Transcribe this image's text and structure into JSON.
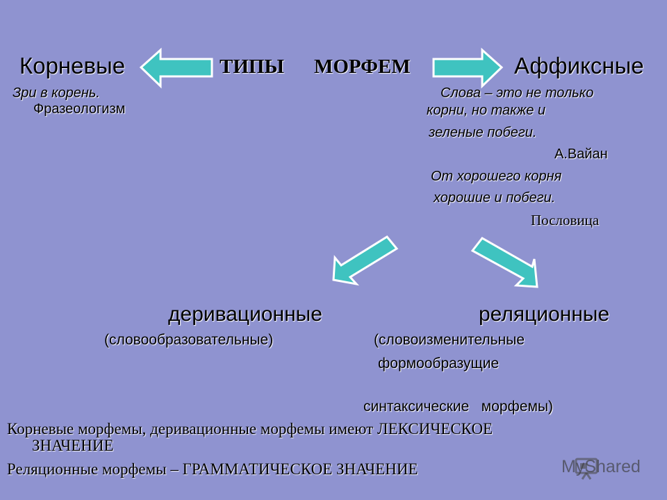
{
  "title": {
    "left": "Корневые",
    "center1": "ТИПЫ",
    "center2": "МОРФЕМ",
    "right": "Аффиксные"
  },
  "left_quote": {
    "line1": "Зри в корень.",
    "source": "Фразеологизм"
  },
  "right_quote": {
    "line1": "Слова – это не только",
    "line2": "корни, но также и",
    "line3": "зеленые побеги.",
    "author": "А.Вайан",
    "line4": "От хорошего корня",
    "line5": "хорошие и побеги.",
    "source": "Пословица"
  },
  "derivational": {
    "title": "деривационные",
    "subtitle": "(словообразовательные)"
  },
  "relational": {
    "title": "реляционные",
    "line1": "(словоизменительные",
    "line2": "формообразущие",
    "line3": "синтаксические   морфемы)"
  },
  "bottom": {
    "line1": "Корневые морфемы, деривационные морфемы имеют ЛЕКСИЧЕСКОЕ",
    "line1b": "ЗНАЧЕНИЕ",
    "line2": "Реляционные морфемы – ГРАММАТИЧЕСКОЕ ЗНАЧЕНИЕ"
  },
  "watermark": {
    "text": "MyShared",
    "icon": "presentation-board-icon"
  },
  "colors": {
    "background": "#8f93d0",
    "arrow_fill": "#3fc3c0",
    "arrow_stroke": "#ffffff"
  }
}
